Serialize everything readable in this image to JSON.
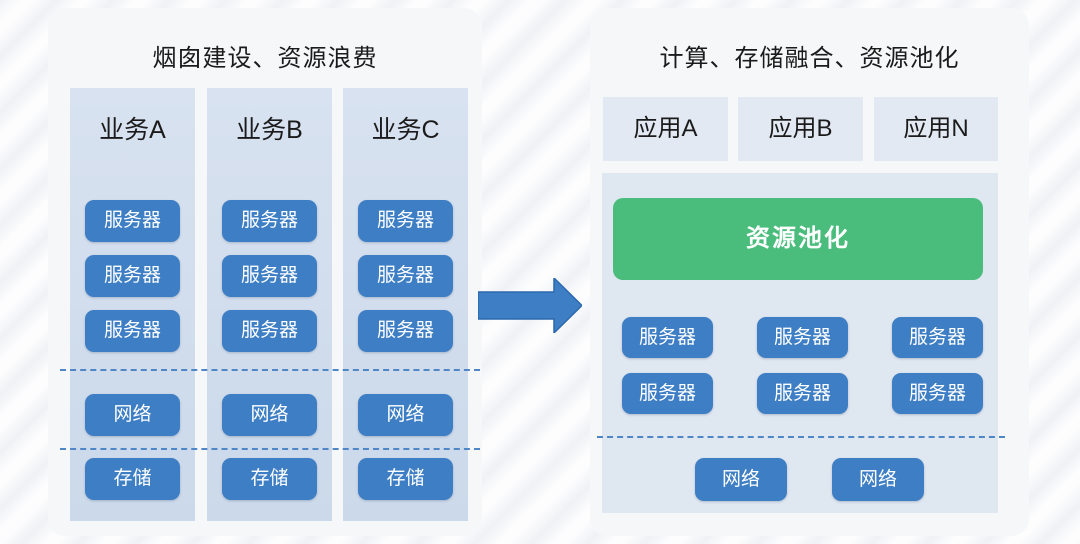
{
  "left_panel": {
    "title": "烟囱建设、资源浪费",
    "columns": [
      {
        "label": "业务A",
        "servers": [
          "服务器",
          "服务器",
          "服务器"
        ],
        "network": "网络",
        "storage": "存储"
      },
      {
        "label": "业务B",
        "servers": [
          "服务器",
          "服务器",
          "服务器"
        ],
        "network": "网络",
        "storage": "存储"
      },
      {
        "label": "业务C",
        "servers": [
          "服务器",
          "服务器",
          "服务器"
        ],
        "network": "网络",
        "storage": "存储"
      }
    ]
  },
  "arrow": {
    "direction": "right"
  },
  "right_panel": {
    "title": "计算、存储融合、资源池化",
    "apps": [
      {
        "label": "应用A"
      },
      {
        "label": "应用B"
      },
      {
        "label": "应用N"
      }
    ],
    "pool": {
      "label": "资源池化"
    },
    "servers": [
      "服务器",
      "服务器",
      "服务器",
      "服务器",
      "服务器",
      "服务器"
    ],
    "networks": [
      "网络",
      "网络"
    ]
  },
  "colors": {
    "button_blue": "#3d7ec4",
    "pool_green": "#4abd7c",
    "silo_bg": "#cfdcec",
    "panel_bg": "#f6f7f8",
    "right_container_bg": "#dfe7f1",
    "app_box_bg": "#e3e9f2",
    "dashed_line": "#4e86c6",
    "arrow_fill": "#3d7ec4"
  }
}
